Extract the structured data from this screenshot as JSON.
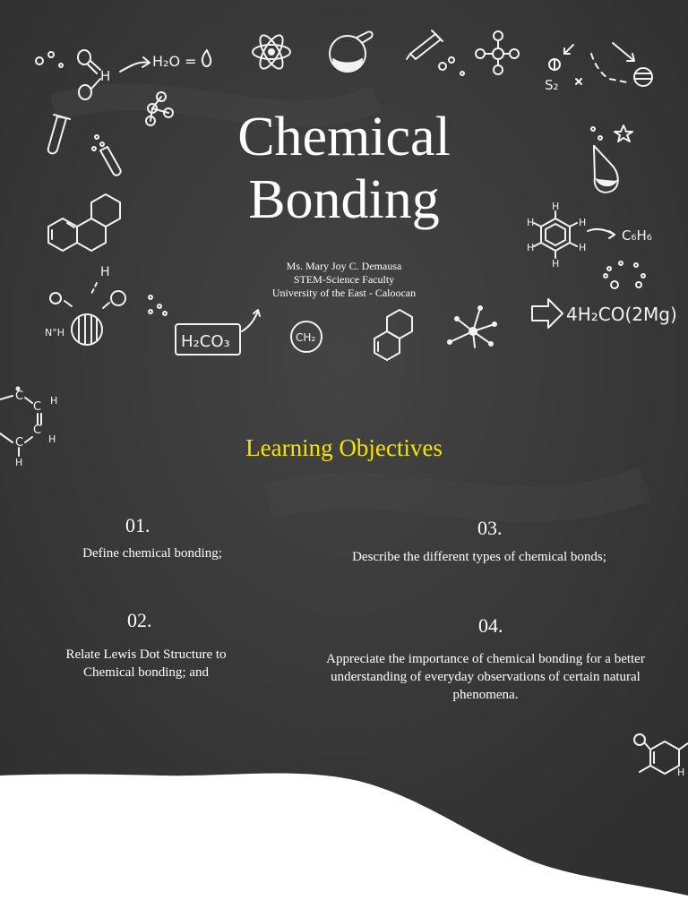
{
  "title": {
    "line1": "Chemical",
    "line2": "Bonding"
  },
  "author": {
    "name": "Ms. Mary Joy C. Demausa",
    "department": "STEM-Science Faculty",
    "school": "University of the East - Caloocan"
  },
  "objectives": {
    "heading": "Learning Objectives",
    "items": [
      {
        "number": "01.",
        "text": "Define chemical bonding;"
      },
      {
        "number": "02.",
        "text": "Relate Lewis Dot Structure to Chemical bonding; and"
      },
      {
        "number": "03.",
        "text": "Describe the different types of chemical bonds;"
      },
      {
        "number": "04.",
        "text": "Appreciate the importance of chemical bonding for a better understanding of everyday observations of certain natural phenomena."
      }
    ]
  },
  "doodle_text": {
    "water": "H₂O =",
    "h": "H",
    "s2": "S₂",
    "c6h6": "C₆H₆",
    "h_atom": "H",
    "nh": "N°H",
    "h2co3": "H₂CO₃",
    "ch2": "CH₂",
    "formula": "4H₂CO(2Mg)",
    "ring_c1": "C",
    "ring_c2": "C",
    "ring_c3": "C",
    "ring_c4": "C",
    "ring_h1": "H",
    "ring_h2": "H",
    "ring_h3": "H",
    "ring_h4": "H",
    "ring_h5": "H",
    "ring_h6": "H",
    "ring_h7": "H",
    "ring_h8": "H",
    "ring_h9": "H",
    "ring_h10": "H"
  },
  "colors": {
    "board": "#3b3b3b",
    "accent": "#f5e400",
    "text": "#ffffff"
  }
}
